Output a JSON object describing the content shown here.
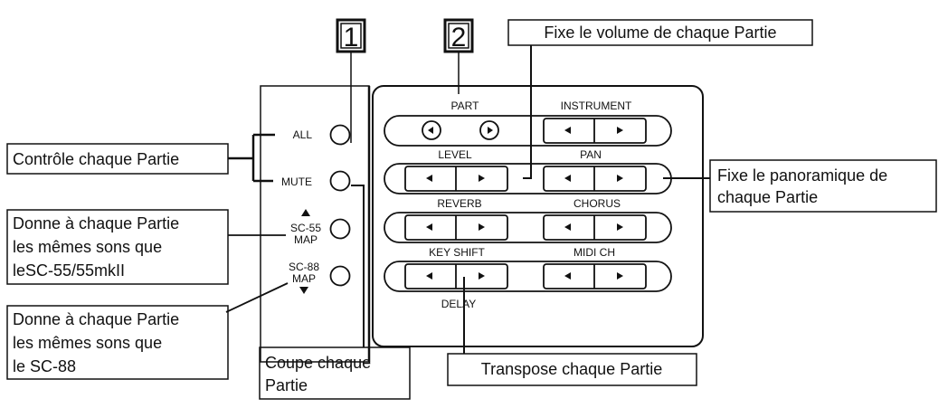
{
  "markers": {
    "one": "1",
    "two": "2"
  },
  "panel_left": {
    "all": "ALL",
    "mute": "MUTE",
    "sc55_l1": "SC-55",
    "sc55_l2": "MAP",
    "sc88_l1": "SC-88",
    "sc88_l2": "MAP"
  },
  "panel_right": {
    "part": "PART",
    "instrument": "INSTRUMENT",
    "level": "LEVEL",
    "pan": "PAN",
    "reverb": "REVERB",
    "chorus": "CHORUS",
    "key_shift": "KEY SHIFT",
    "midi_ch": "MIDI CH",
    "delay": "DELAY"
  },
  "annotations": {
    "volume": "Fixe le volume de chaque Partie",
    "controle": "Contrôle chaque Partie",
    "panoramique_l1": "Fixe le panoramique de",
    "panoramique_l2": "chaque Partie",
    "sc55_l1": "Donne à chaque Partie",
    "sc55_l2": "les mêmes sons que",
    "sc55_l3": "leSC-55/55mkII",
    "sc88_l1": "Donne à chaque Partie",
    "sc88_l2": "les mêmes sons que",
    "sc88_l3": "le SC-88",
    "coupe_l1": "Coupe chaque",
    "coupe_l2": "Partie",
    "transpose": "Transpose chaque Partie"
  },
  "icons": {
    "arrow_left": "triangle-left",
    "arrow_right": "triangle-right",
    "arrow_up": "triangle-up",
    "arrow_down": "triangle-down"
  }
}
